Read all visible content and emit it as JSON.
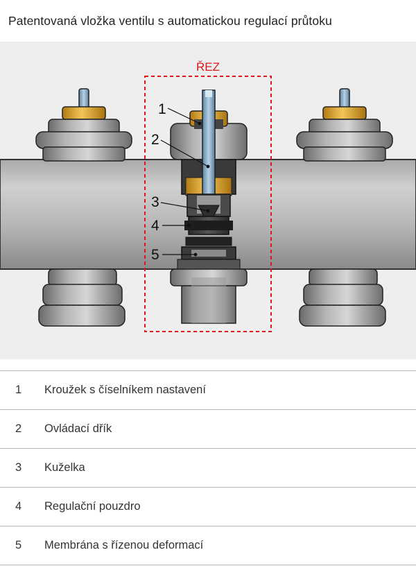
{
  "title": "Patentovaná vložka ventilu s automatickou regulací průtoku",
  "diagram": {
    "section_label": "ŘEZ",
    "callouts": [
      "1",
      "2",
      "3",
      "4",
      "5"
    ],
    "colors": {
      "section_frame": "#e0161e",
      "background": "#eeeeee",
      "metal": "#8f8f8f",
      "brass": "#e8b23a",
      "pin": "#8fb4d0"
    }
  },
  "legend": [
    {
      "num": "1",
      "text": "Kroužek s číselníkem nastavení"
    },
    {
      "num": "2",
      "text": "Ovládací dřík"
    },
    {
      "num": "3",
      "text": "Kuželka"
    },
    {
      "num": "4",
      "text": "Regulační pouzdro"
    },
    {
      "num": "5",
      "text": "Membrána s řízenou deformací"
    }
  ]
}
